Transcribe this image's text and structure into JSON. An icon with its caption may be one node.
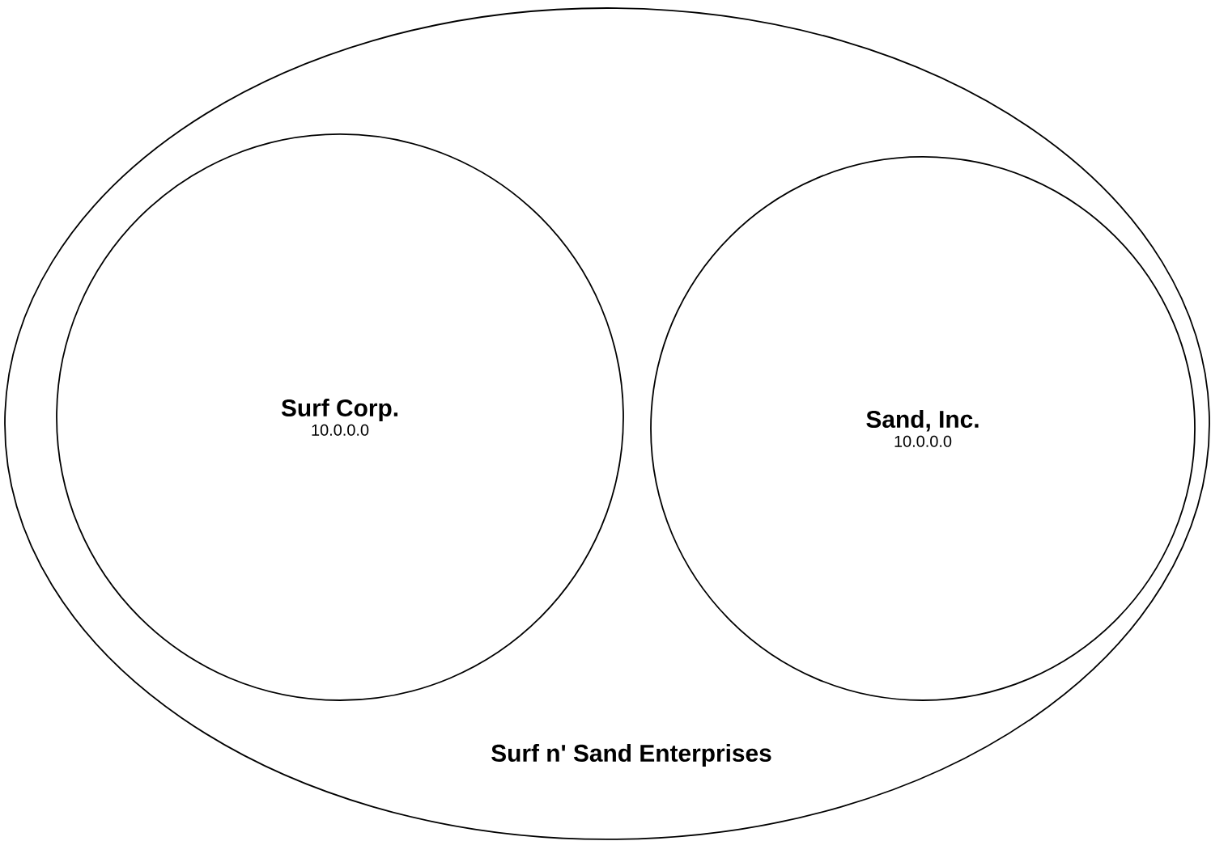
{
  "diagram": {
    "nodes": [
      {
        "text": [
          "Surf n' Sand Enterprises"
        ]
      },
      {
        "text": [
          "Surf Corp.",
          "10.0.0.0"
        ],
        "in": 0
      },
      {
        "text": [
          "Sand, Inc.",
          "10.0.0.0"
        ],
        "in": 0
      }
    ]
  }
}
